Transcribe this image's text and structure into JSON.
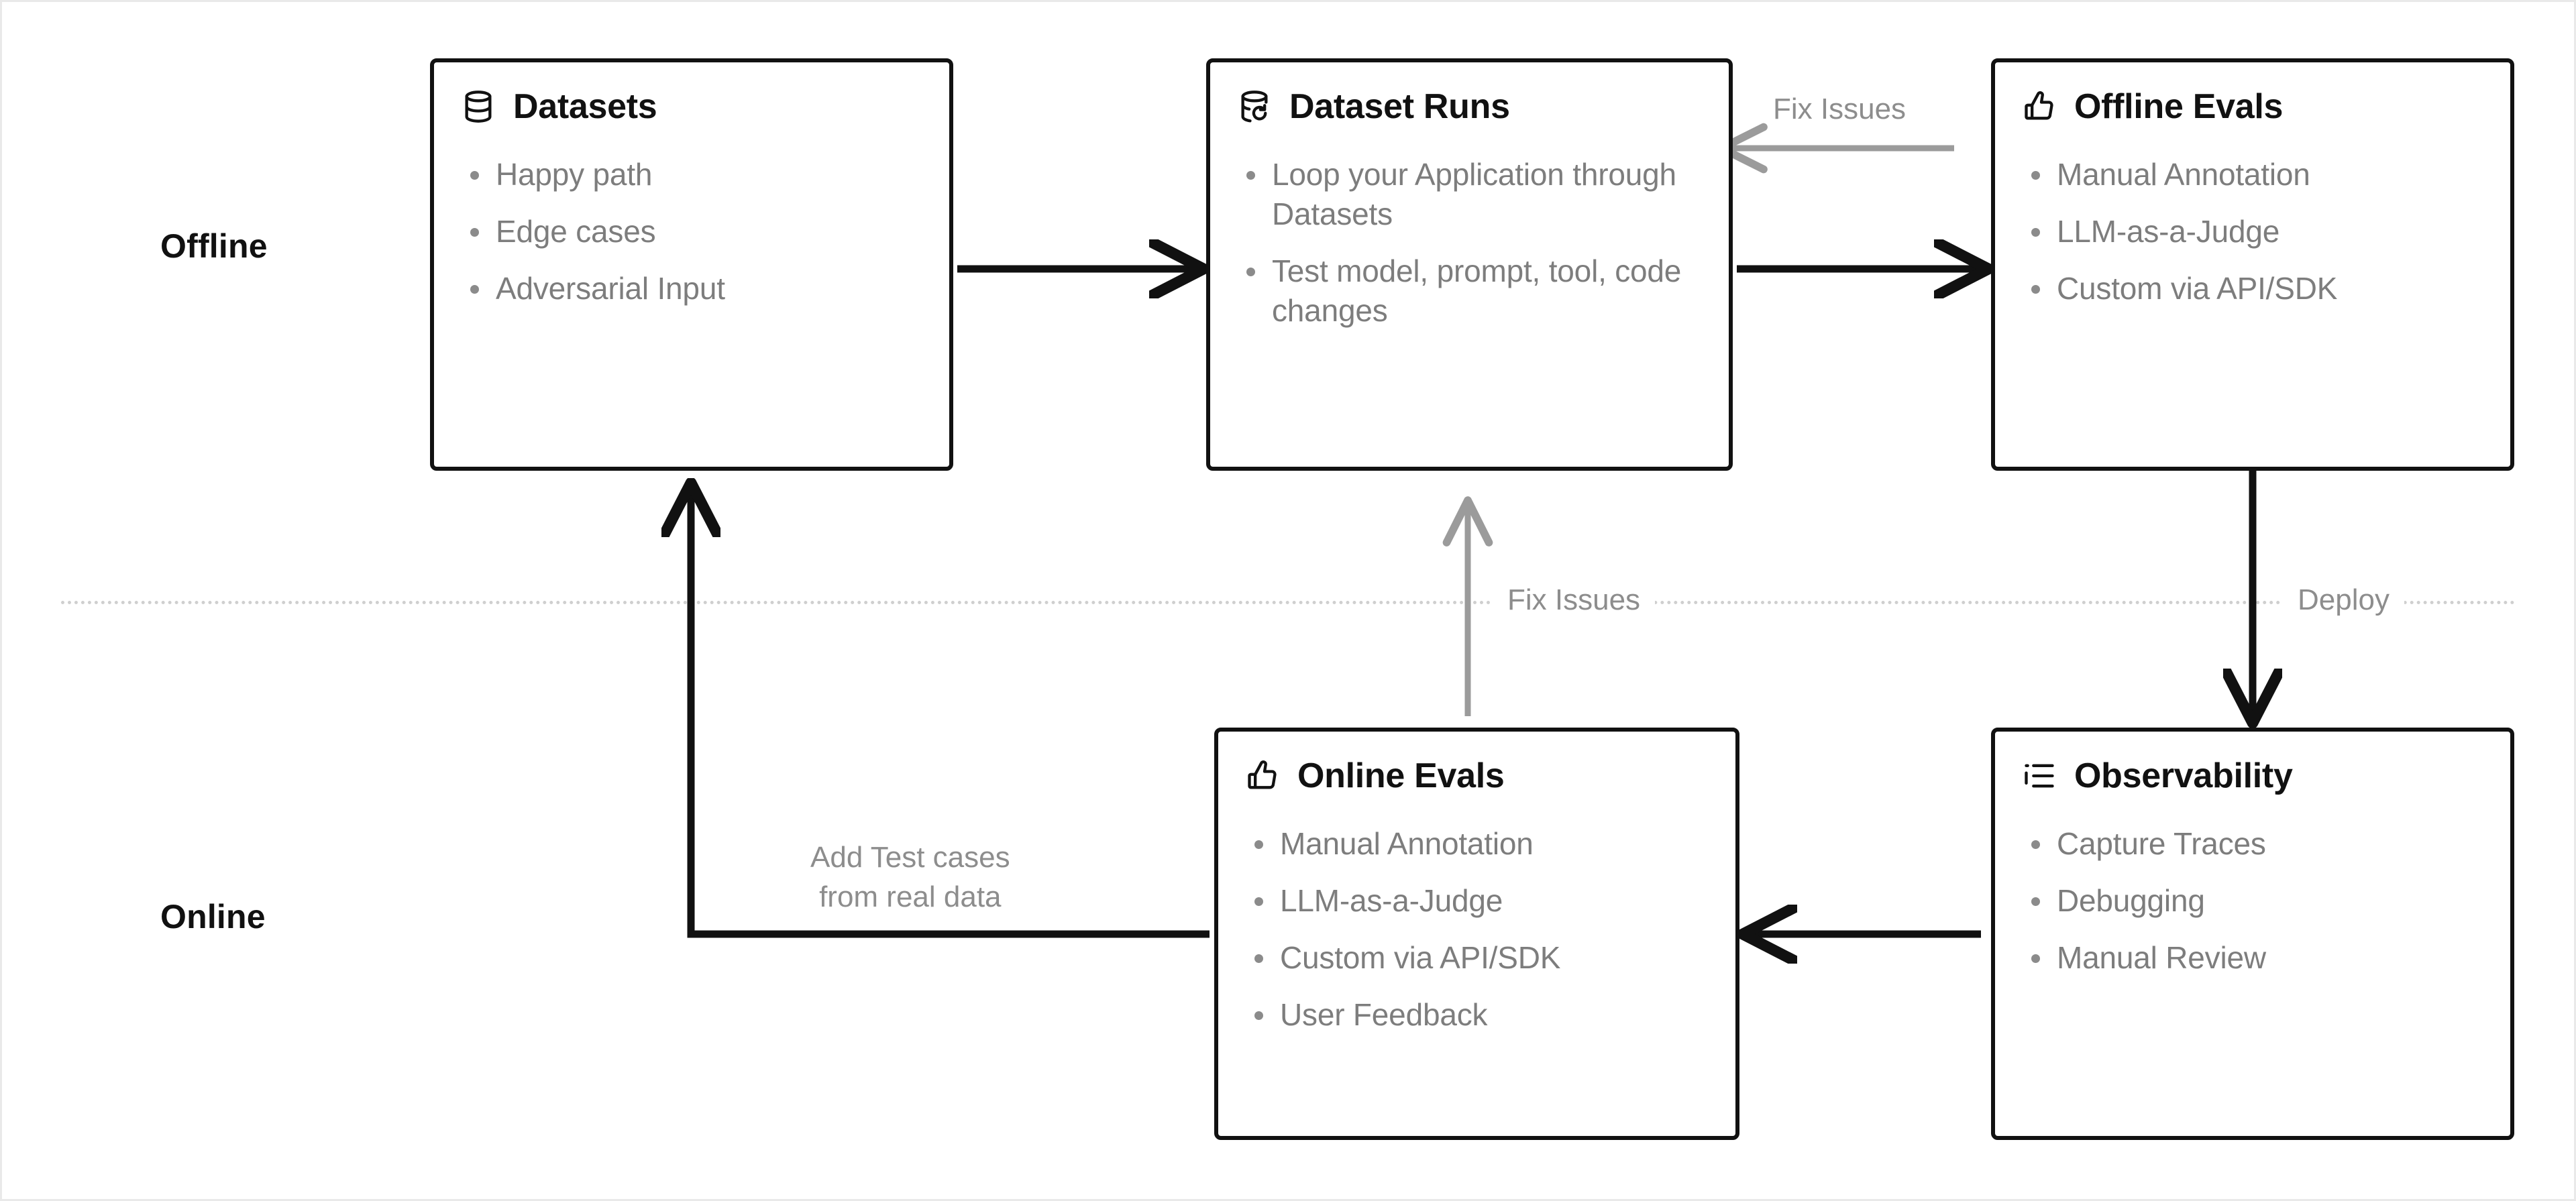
{
  "lanes": [
    {
      "id": "offline",
      "label": "Offline"
    },
    {
      "id": "online",
      "label": "Online"
    }
  ],
  "divider": {
    "style": "dotted",
    "color": "#cfcfcf",
    "labels": [
      {
        "id": "fix-issues",
        "text": "Fix Issues"
      },
      {
        "id": "deploy",
        "text": "Deploy"
      }
    ]
  },
  "nodes": [
    {
      "id": "datasets",
      "title": "Datasets",
      "icon": "database-icon",
      "lane": "offline",
      "items": [
        "Happy path",
        "Edge cases",
        "Adversarial Input"
      ]
    },
    {
      "id": "dataset-runs",
      "title": "Dataset Runs",
      "icon": "database-refresh-icon",
      "lane": "offline",
      "items": [
        "Loop your Application through Datasets",
        "Test model, prompt, tool, code changes"
      ]
    },
    {
      "id": "offline-evals",
      "title": "Offline Evals",
      "icon": "thumbs-up-icon",
      "lane": "offline",
      "items": [
        "Manual Annotation",
        "LLM-as-a-Judge",
        "Custom via API/SDK"
      ]
    },
    {
      "id": "online-evals",
      "title": "Online Evals",
      "icon": "thumbs-up-icon",
      "lane": "online",
      "items": [
        "Manual Annotation",
        "LLM-as-a-Judge",
        "Custom via API/SDK",
        "User Feedback"
      ]
    },
    {
      "id": "observability",
      "title": "Observability",
      "icon": "list-tree-icon",
      "lane": "online",
      "items": [
        "Capture Traces",
        "Debugging",
        "Manual Review"
      ]
    }
  ],
  "edges": [
    {
      "id": "datasets-to-runs",
      "from": "datasets",
      "to": "dataset-runs",
      "label": "",
      "color": "#111111"
    },
    {
      "id": "runs-to-offline-evals",
      "from": "dataset-runs",
      "to": "offline-evals",
      "label": "",
      "color": "#111111"
    },
    {
      "id": "offline-evals-fix-issues",
      "from": "offline-evals",
      "to": "dataset-runs",
      "label": "Fix Issues",
      "color": "#9b9b9b"
    },
    {
      "id": "offline-evals-deploy",
      "from": "offline-evals",
      "to": "observability",
      "label": "Deploy",
      "color": "#111111"
    },
    {
      "id": "observability-to-online",
      "from": "observability",
      "to": "online-evals",
      "label": "",
      "color": "#111111"
    },
    {
      "id": "online-evals-fix-issues",
      "from": "online-evals",
      "to": "dataset-runs",
      "label": "Fix Issues",
      "color": "#9b9b9b"
    },
    {
      "id": "online-evals-to-datasets",
      "from": "online-evals",
      "to": "datasets",
      "label": "Add Test cases\nfrom real data",
      "color": "#111111"
    }
  ],
  "edge_labels": {
    "fix_issues_top": "Fix Issues",
    "add_test_cases_line1": "Add Test cases",
    "add_test_cases_line2": "from real data"
  },
  "colors": {
    "node_border": "#111111",
    "node_title": "#111111",
    "list_text": "#7d7d7d",
    "arrow_dark": "#111111",
    "arrow_light": "#9b9b9b",
    "divider": "#cfcfcf",
    "canvas_border": "#e9e9e9",
    "background": "#ffffff"
  }
}
